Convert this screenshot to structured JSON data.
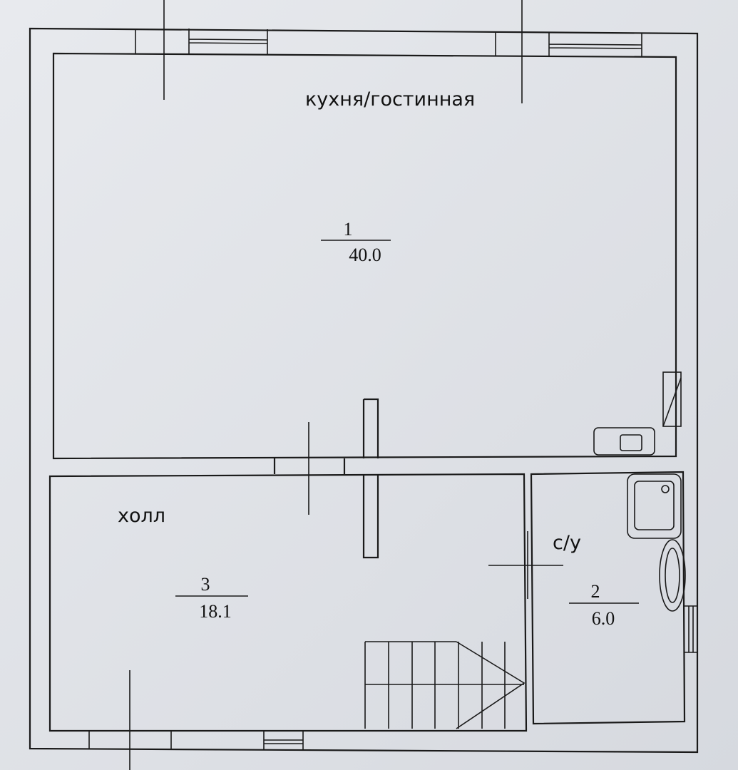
{
  "plan": {
    "rooms": [
      {
        "name": "кухня/гостинная",
        "number": "1",
        "area": "40.0"
      },
      {
        "name": "с/у",
        "number": "2",
        "area": "6.0"
      },
      {
        "name": "холл",
        "number": "3",
        "area": "18.1"
      }
    ]
  },
  "colors": {
    "paper": "#dfe2e7",
    "line": "#1a1a1a"
  }
}
